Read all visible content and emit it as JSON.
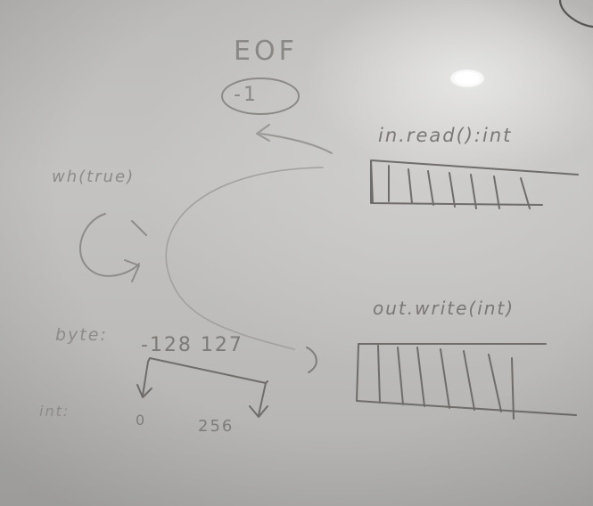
{
  "whiteboard": {
    "eof_label": "EOF",
    "eof_value": "-1",
    "input_call": "in.read():int",
    "loop_label": "wh(true)",
    "output_call": "out.write(int)",
    "byte_label": "byte:",
    "byte_range": "-128  127",
    "int_label": "int:",
    "int_min": "0",
    "int_max": "256"
  },
  "colors": {
    "board": "#c2c1bf",
    "marker": "#7f7c7a",
    "light": "#ffffff"
  }
}
